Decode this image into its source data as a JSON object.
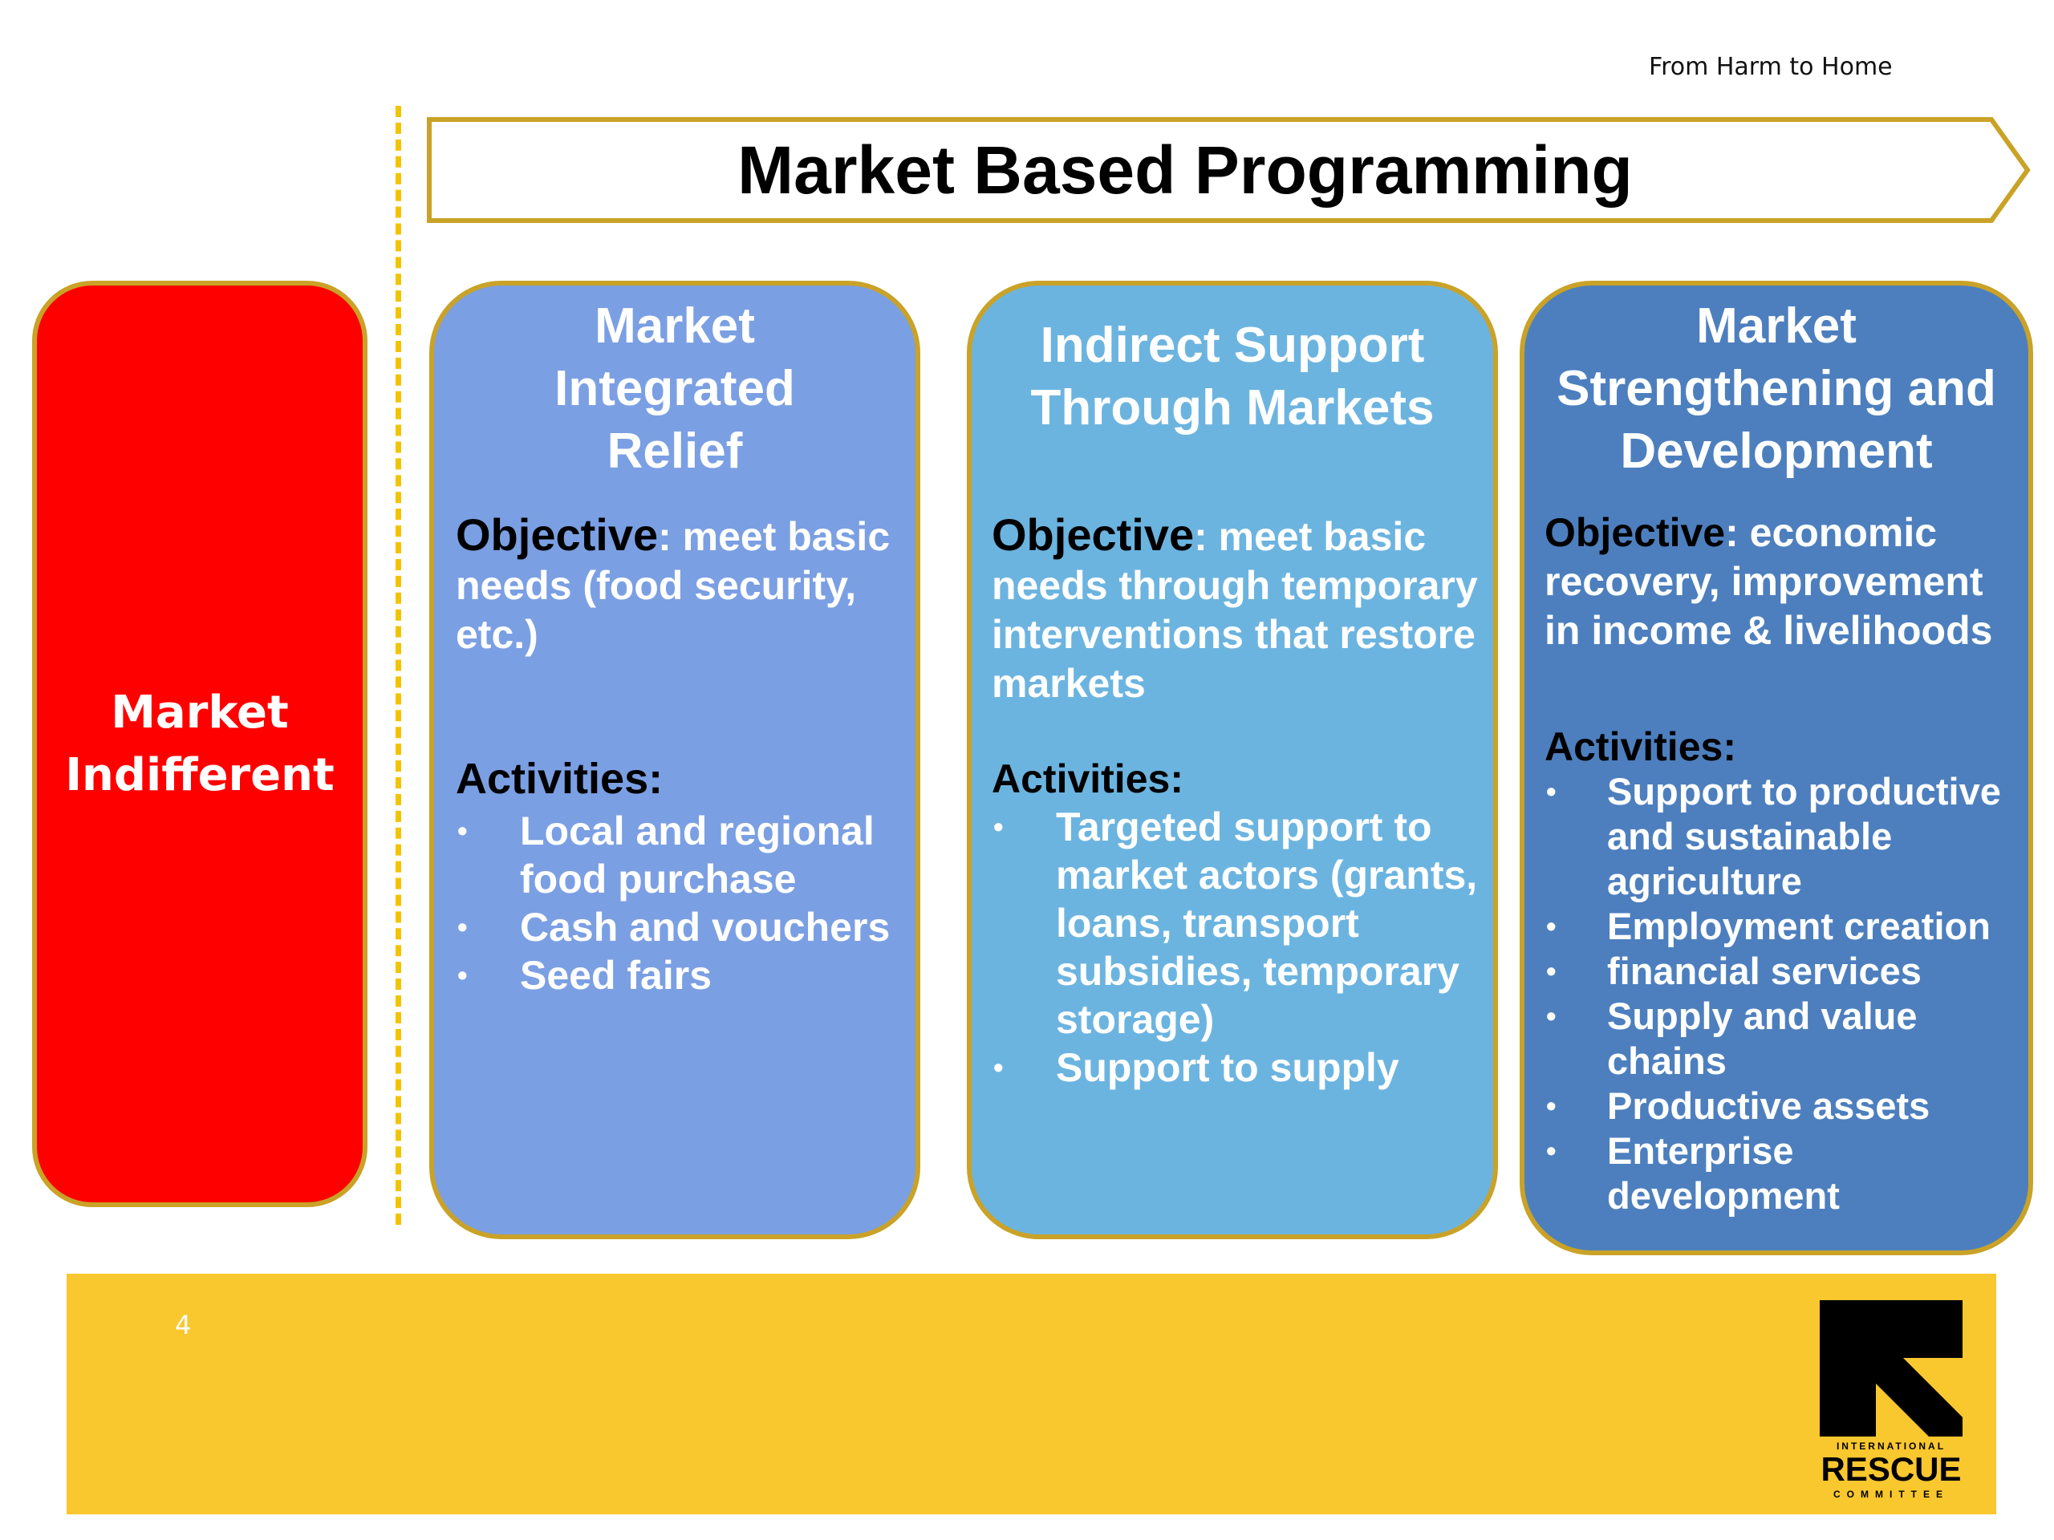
{
  "header": {
    "text": "From Harm to Home"
  },
  "title": "Market Based Programming",
  "market_indifferent": {
    "line1": "Market",
    "line2": "Indifferent"
  },
  "columns": [
    {
      "title_lines": [
        "Market",
        "Integrated",
        "Relief"
      ],
      "objective_label": "Objective",
      "objective_text": ": meet basic needs (food security, etc.)",
      "activities_label": "Activities:",
      "activities": [
        "Local and regional food  purchase",
        "Cash and vouchers",
        "Seed fairs"
      ]
    },
    {
      "title_lines": [
        "Indirect Support",
        "Through Markets"
      ],
      "objective_label": "Objective",
      "objective_text": ": meet basic needs through temporary interventions that restore markets",
      "activities_label": "Activities:",
      "activities": [
        "Targeted support to market actors (grants, loans, transport subsidies, temporary storage)",
        "Support to supply"
      ]
    },
    {
      "title_lines": [
        "Market",
        "Strengthening and",
        "Development"
      ],
      "objective_label": "Objective",
      "objective_text": ": economic recovery, improvement in income & livelihoods",
      "activities_label": "Activities:",
      "activities": [
        "Support to productive and sustainable agriculture",
        "Employment creation",
        "financial services",
        "Supply and value chains",
        "Productive assets",
        "Enterprise development"
      ]
    }
  ],
  "footer": {
    "page_number": "4",
    "logo_line1": "INTERNATIONAL",
    "logo_line2": "RESCUE",
    "logo_line3": "COMMITTEE"
  },
  "colors": {
    "market_indifferent": "#ff0000",
    "integrated_relief": "#7b9fe3",
    "indirect_support": "#6cb4e0",
    "strengthening": "#4d7fbe",
    "border": "#c9a227",
    "footer": "#f9c72e"
  },
  "icons": {
    "logo": "irc-logo-icon",
    "bullet": "bullet-icon"
  }
}
